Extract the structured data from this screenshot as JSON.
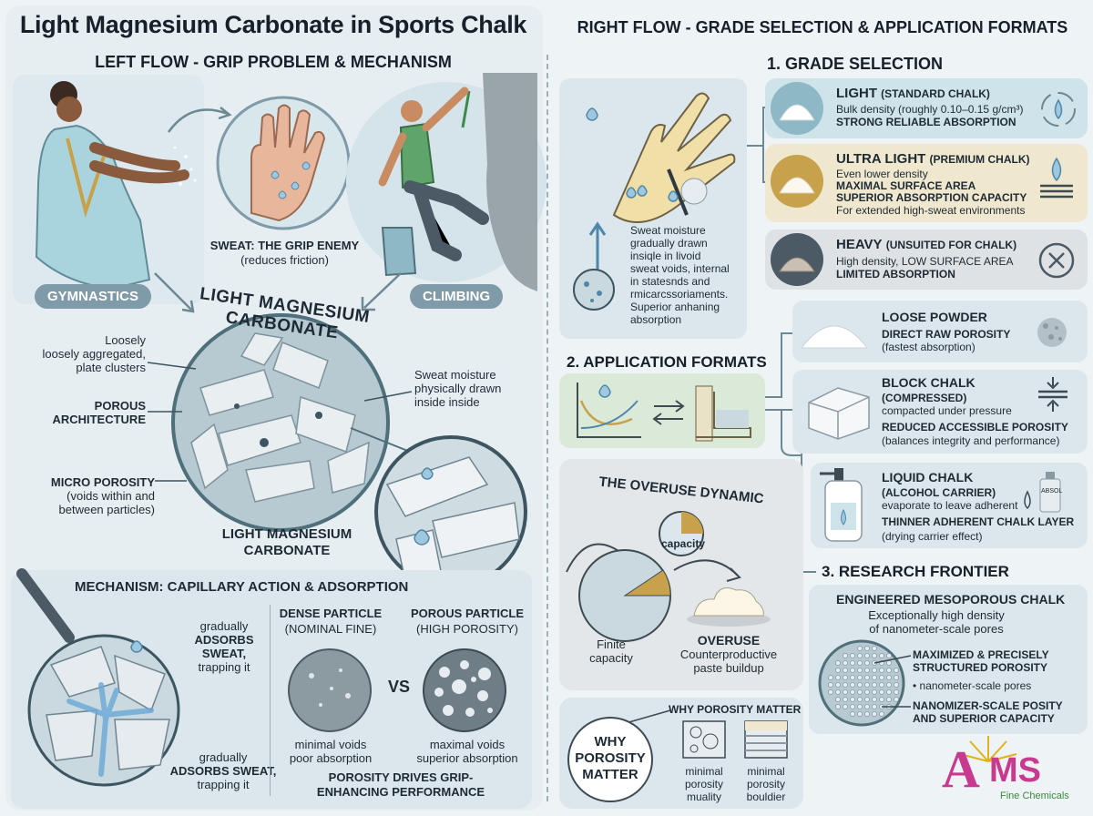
{
  "title": "Light Magnesium Carbonate in Sports Chalk",
  "left_flow": {
    "heading": "LEFT FLOW - GRIP PROBLEM & MECHANISM",
    "gymnastics_label": "GYMNASTICS",
    "climbing_label": "CLIMBING",
    "sweat_title": "SWEAT: THE GRIP ENEMY",
    "sweat_sub": "(reduces friction)",
    "lmc_arc_title": "LIGHT MAGNESIUM CARBONATE",
    "lmc_bottom_line1": "LIGHT MAGNESIUM",
    "lmc_bottom_line2": "CARBONATE",
    "loosely_line1": "Loosely",
    "loosely_line2": "loosely aggregated,",
    "loosely_line3": "plate clusters",
    "porous_line1": "POROUS",
    "porous_line2": "ARCHITECTURE",
    "micro_title": "MICRO POROSITY",
    "micro_line1": "(voids within and",
    "micro_line2": "between particles)",
    "sweat_moisture_line1": "Sweat moisture",
    "sweat_moisture_line2": "physically drawn",
    "sweat_moisture_line3": "inside inside"
  },
  "mechanism": {
    "heading": "MECHANISM: CAPILLARY ACTION & ADSORPTION",
    "top_line1": "gradually",
    "top_line2": "ADSORBS",
    "top_line3": "SWEAT,",
    "top_line4": "trapping it",
    "bot_line1": "gradually",
    "bot_line2": "ADSORBS SWEAT,",
    "bot_line3": "trapping it",
    "dense_title": "DENSE PARTICLE",
    "dense_sub": "(NOMINAL FINE)",
    "porous_title": "POROUS PARTICLE",
    "porous_sub": "(HIGH POROSITY)",
    "vs": "VS",
    "dense_cap1": "minimal voids",
    "dense_cap2": "poor absorption",
    "porous_cap1": "maximal voids",
    "porous_cap2": "superior absorption",
    "footer_line1": "POROSITY DRIVES GRIP-",
    "footer_line2": "ENHANCING PERFORMANCE"
  },
  "right_flow": {
    "heading": "RIGHT FLOW - GRADE SELECTION & APPLICATION FORMATS",
    "grade_heading": "1. GRADE SELECTION",
    "hand_text_lines": [
      "Sweat moisture",
      "gradually drawn",
      "insiqle in livoid",
      "sweat voids, internal",
      "in statesnds and",
      "rmicarcssoriaments.",
      "Superior anhaning",
      "absorption"
    ],
    "grades": [
      {
        "title": "LIGHT",
        "paren": "(STANDARD CHALK)",
        "lines": [
          "Bulk density (roughly 0.10–0.15 g/cm³)"
        ],
        "bold_lines": [
          "STRONG RELIABLE ABSORPTION"
        ],
        "color": "#cfe4ea"
      },
      {
        "title": "ULTRA LIGHT",
        "paren": "(PREMIUM CHALK)",
        "lines": [
          "Even lower density"
        ],
        "bold_lines": [
          "MAXIMAL SURFACE AREA",
          "SUPERIOR ABSORPTION CAPACITY"
        ],
        "tail": "For extended high-sweat environments",
        "color": "#efe8cf"
      },
      {
        "title": "HEAVY",
        "paren": "(UNSUITED FOR CHALK)",
        "lines": [
          "High density, LOW SURFACE AREA"
        ],
        "bold_lines": [
          "LIMITED ABSORPTION"
        ],
        "color": "#dfe2e4"
      }
    ],
    "formats_heading": "2. APPLICATION FORMATS",
    "formats": [
      {
        "title": "LOOSE POWDER",
        "l1": "DIRECT RAW POROSITY",
        "l2": "(fastest absorption)"
      },
      {
        "title": "BLOCK CHALK",
        "l1": "(COMPRESSED)",
        "l2": "compacted under pressure",
        "l3": "REDUCED ACCESSIBLE POROSITY",
        "l4": "(balances integrity and performance)"
      },
      {
        "title": "LIQUID CHALK",
        "l1": "(ALCOHOL CARRIER)",
        "l2": "evaporate to leave adherent",
        "l3": "THINNER ADHERENT CHALK LAYER",
        "l4": "(drying carrier effect)"
      }
    ],
    "bottle_label": "ABSOL",
    "overuse": {
      "title": "THE OVERUSE DYNAMIC",
      "capacity": "capacity",
      "finite_line1": "Finite",
      "finite_line2": "capacity",
      "overuse_title": "OVERUSE",
      "overuse_line1": "Counterproductive",
      "overuse_line2": "paste buildup"
    },
    "why": {
      "heading": "WHY POROSITY MATTER",
      "circle_line1": "WHY",
      "circle_line2": "POROSITY",
      "circle_line3": "MATTER",
      "a_lines": [
        "minimal",
        "porosity",
        "muality"
      ],
      "b_lines": [
        "minimal",
        "porosity",
        "bouldier"
      ]
    },
    "research": {
      "heading": "3. RESEARCH FRONTIER",
      "title": "ENGINEERED MESOPOROUS CHALK",
      "l1": "Exceptionally high density",
      "l2": "of nanometer-scale pores",
      "b1": "MAXIMIZED & PRECISELY",
      "b2": "STRUCTURED POROSITY",
      "bullet": "• nanometer-scale pores",
      "b3": "NANOMIZER-SCALE POSITY",
      "b4": "AND SUPERIOR CAPACITY"
    }
  },
  "logo": {
    "text_a": "A",
    "text_ms": "MS",
    "sub": "Fine Chemicals"
  },
  "colors": {
    "teal": "#8fb8c6",
    "gold": "#c7a24a",
    "blue_drop": "#5f9ac4",
    "bg": "#eef3f6",
    "pill": "#7f9aa8"
  }
}
